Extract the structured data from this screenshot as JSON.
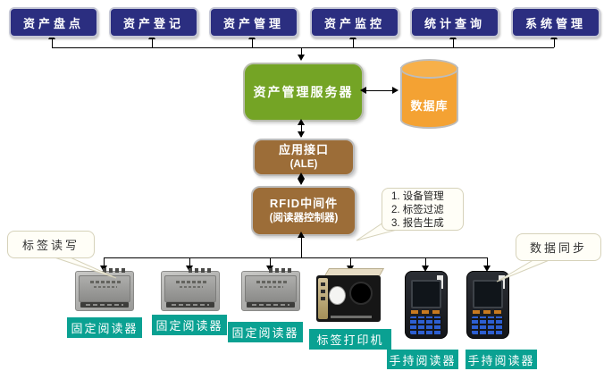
{
  "title": "RFID asset management system architecture diagram",
  "colors": {
    "navy": "#2b2e80",
    "navy_border": "#c6c8d6",
    "green": "#74a425",
    "brown": "#9c6d38",
    "orange": "#f4a233",
    "teal": "#0aa192",
    "box_border": "#bdbdbd",
    "callout_bg": "#fffef7",
    "callout_border": "#d6d2ba",
    "line": "#000000"
  },
  "top_modules": [
    {
      "label": "资产盘点"
    },
    {
      "label": "资产登记"
    },
    {
      "label": "资产管理"
    },
    {
      "label": "资产监控"
    },
    {
      "label": "统计查询"
    },
    {
      "label": "系统管理"
    }
  ],
  "server": {
    "label": "资产管理服务器"
  },
  "database": {
    "label": "数据库"
  },
  "app_interface": {
    "line1": "应用接口",
    "line2": "(ALE)"
  },
  "middleware": {
    "line1": "RFID中间件",
    "line2": "(阅读器控制器)"
  },
  "middleware_note": {
    "items": [
      "1. 设备管理",
      "2. 标签过滤",
      "3. 报告生成"
    ]
  },
  "callouts": {
    "left": {
      "label": "标签读写"
    },
    "right": {
      "label": "数据同步"
    }
  },
  "devices": [
    {
      "type": "fixed-reader",
      "label": "固定阅读器"
    },
    {
      "type": "fixed-reader",
      "label": "固定阅读器"
    },
    {
      "type": "fixed-reader",
      "label": "固定阅读器"
    },
    {
      "type": "label-printer",
      "label": "标签打印机"
    },
    {
      "type": "handheld-reader",
      "label": "手持阅读器"
    },
    {
      "type": "handheld-reader",
      "label": "手持阅读器"
    }
  ]
}
